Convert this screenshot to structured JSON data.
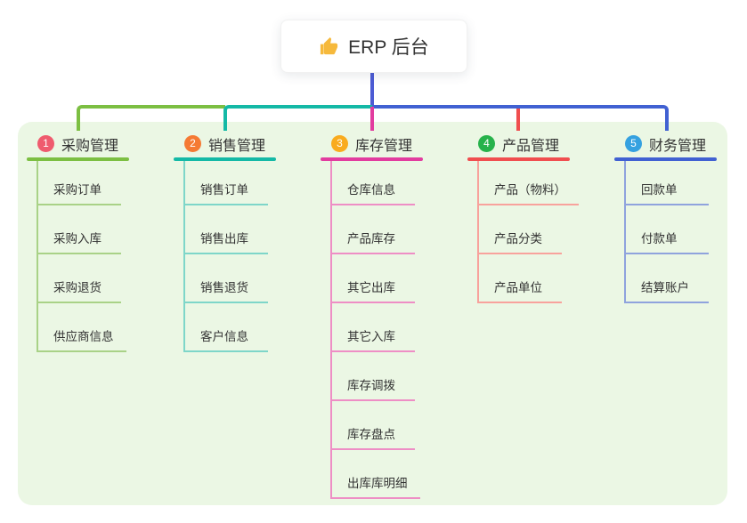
{
  "root": {
    "label": "ERP 后台",
    "icon": "thumbs-up-icon"
  },
  "panel_bg": "#ebf7e4",
  "connector_colors": {
    "stem": "#4c5bd4",
    "branch_1": "#7cbf42",
    "branch_2": "#14b9a6",
    "branch_3": "#e23c9f",
    "branch_4": "#f04e4f",
    "branch_5": "#4161d2"
  },
  "branches": [
    {
      "num": "1",
      "label": "采购管理",
      "badge_color": "#ef5b6e",
      "line_color": "#7cbf42",
      "child_line_color": "#a9d287",
      "children": [
        "采购订单",
        "采购入库",
        "采购退货",
        "供应商信息"
      ]
    },
    {
      "num": "2",
      "label": "销售管理",
      "badge_color": "#f57a33",
      "line_color": "#14b9a6",
      "child_line_color": "#7ed6c9",
      "children": [
        "销售订单",
        "销售出库",
        "销售退货",
        "客户信息"
      ]
    },
    {
      "num": "3",
      "label": "库存管理",
      "badge_color": "#f9ab1e",
      "line_color": "#e23c9f",
      "child_line_color": "#ee8ec5",
      "children": [
        "仓库信息",
        "产品库存",
        "其它出库",
        "其它入库",
        "库存调拨",
        "库存盘点",
        "出库库明细"
      ]
    },
    {
      "num": "4",
      "label": "产品管理",
      "badge_color": "#27b24b",
      "line_color": "#f04e4f",
      "child_line_color": "#f8a29c",
      "children": [
        "产品（物料）",
        "产品分类",
        "产品单位"
      ]
    },
    {
      "num": "5",
      "label": "财务管理",
      "badge_color": "#35a1e0",
      "line_color": "#4161d2",
      "child_line_color": "#8fa3dd",
      "children": [
        "回款单",
        "付款单",
        "结算账户"
      ]
    }
  ]
}
